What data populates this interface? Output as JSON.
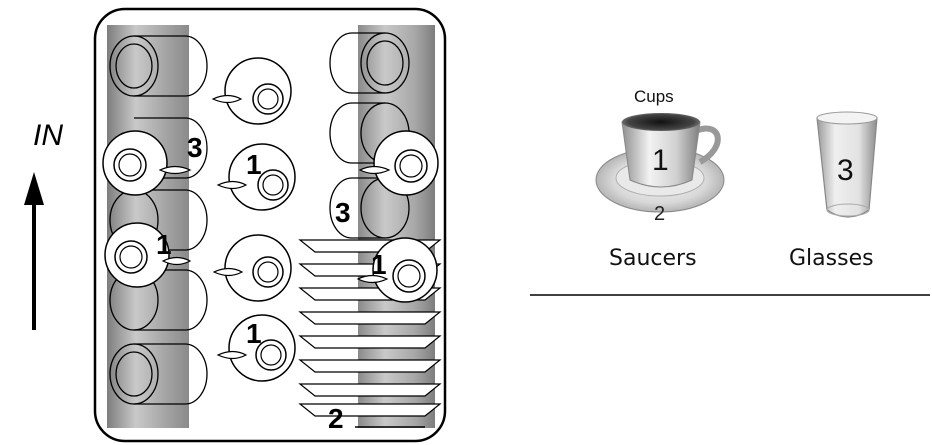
{
  "direction_label": "IN",
  "rack_numbers": {
    "left_top": "3",
    "left_mid": "1",
    "center_1": "1",
    "center_2": "1",
    "right_mid": "3",
    "right_lower": "1",
    "plates": "2"
  },
  "legend": {
    "cups": {
      "caption": "Cups",
      "number": "1"
    },
    "saucers": {
      "caption": "Saucers",
      "number": "2"
    },
    "glasses": {
      "caption": "Glasses",
      "number": "3"
    }
  },
  "colors": {
    "line": "#000000",
    "rack_shade": "#9a9a9a",
    "background": "#ffffff"
  }
}
